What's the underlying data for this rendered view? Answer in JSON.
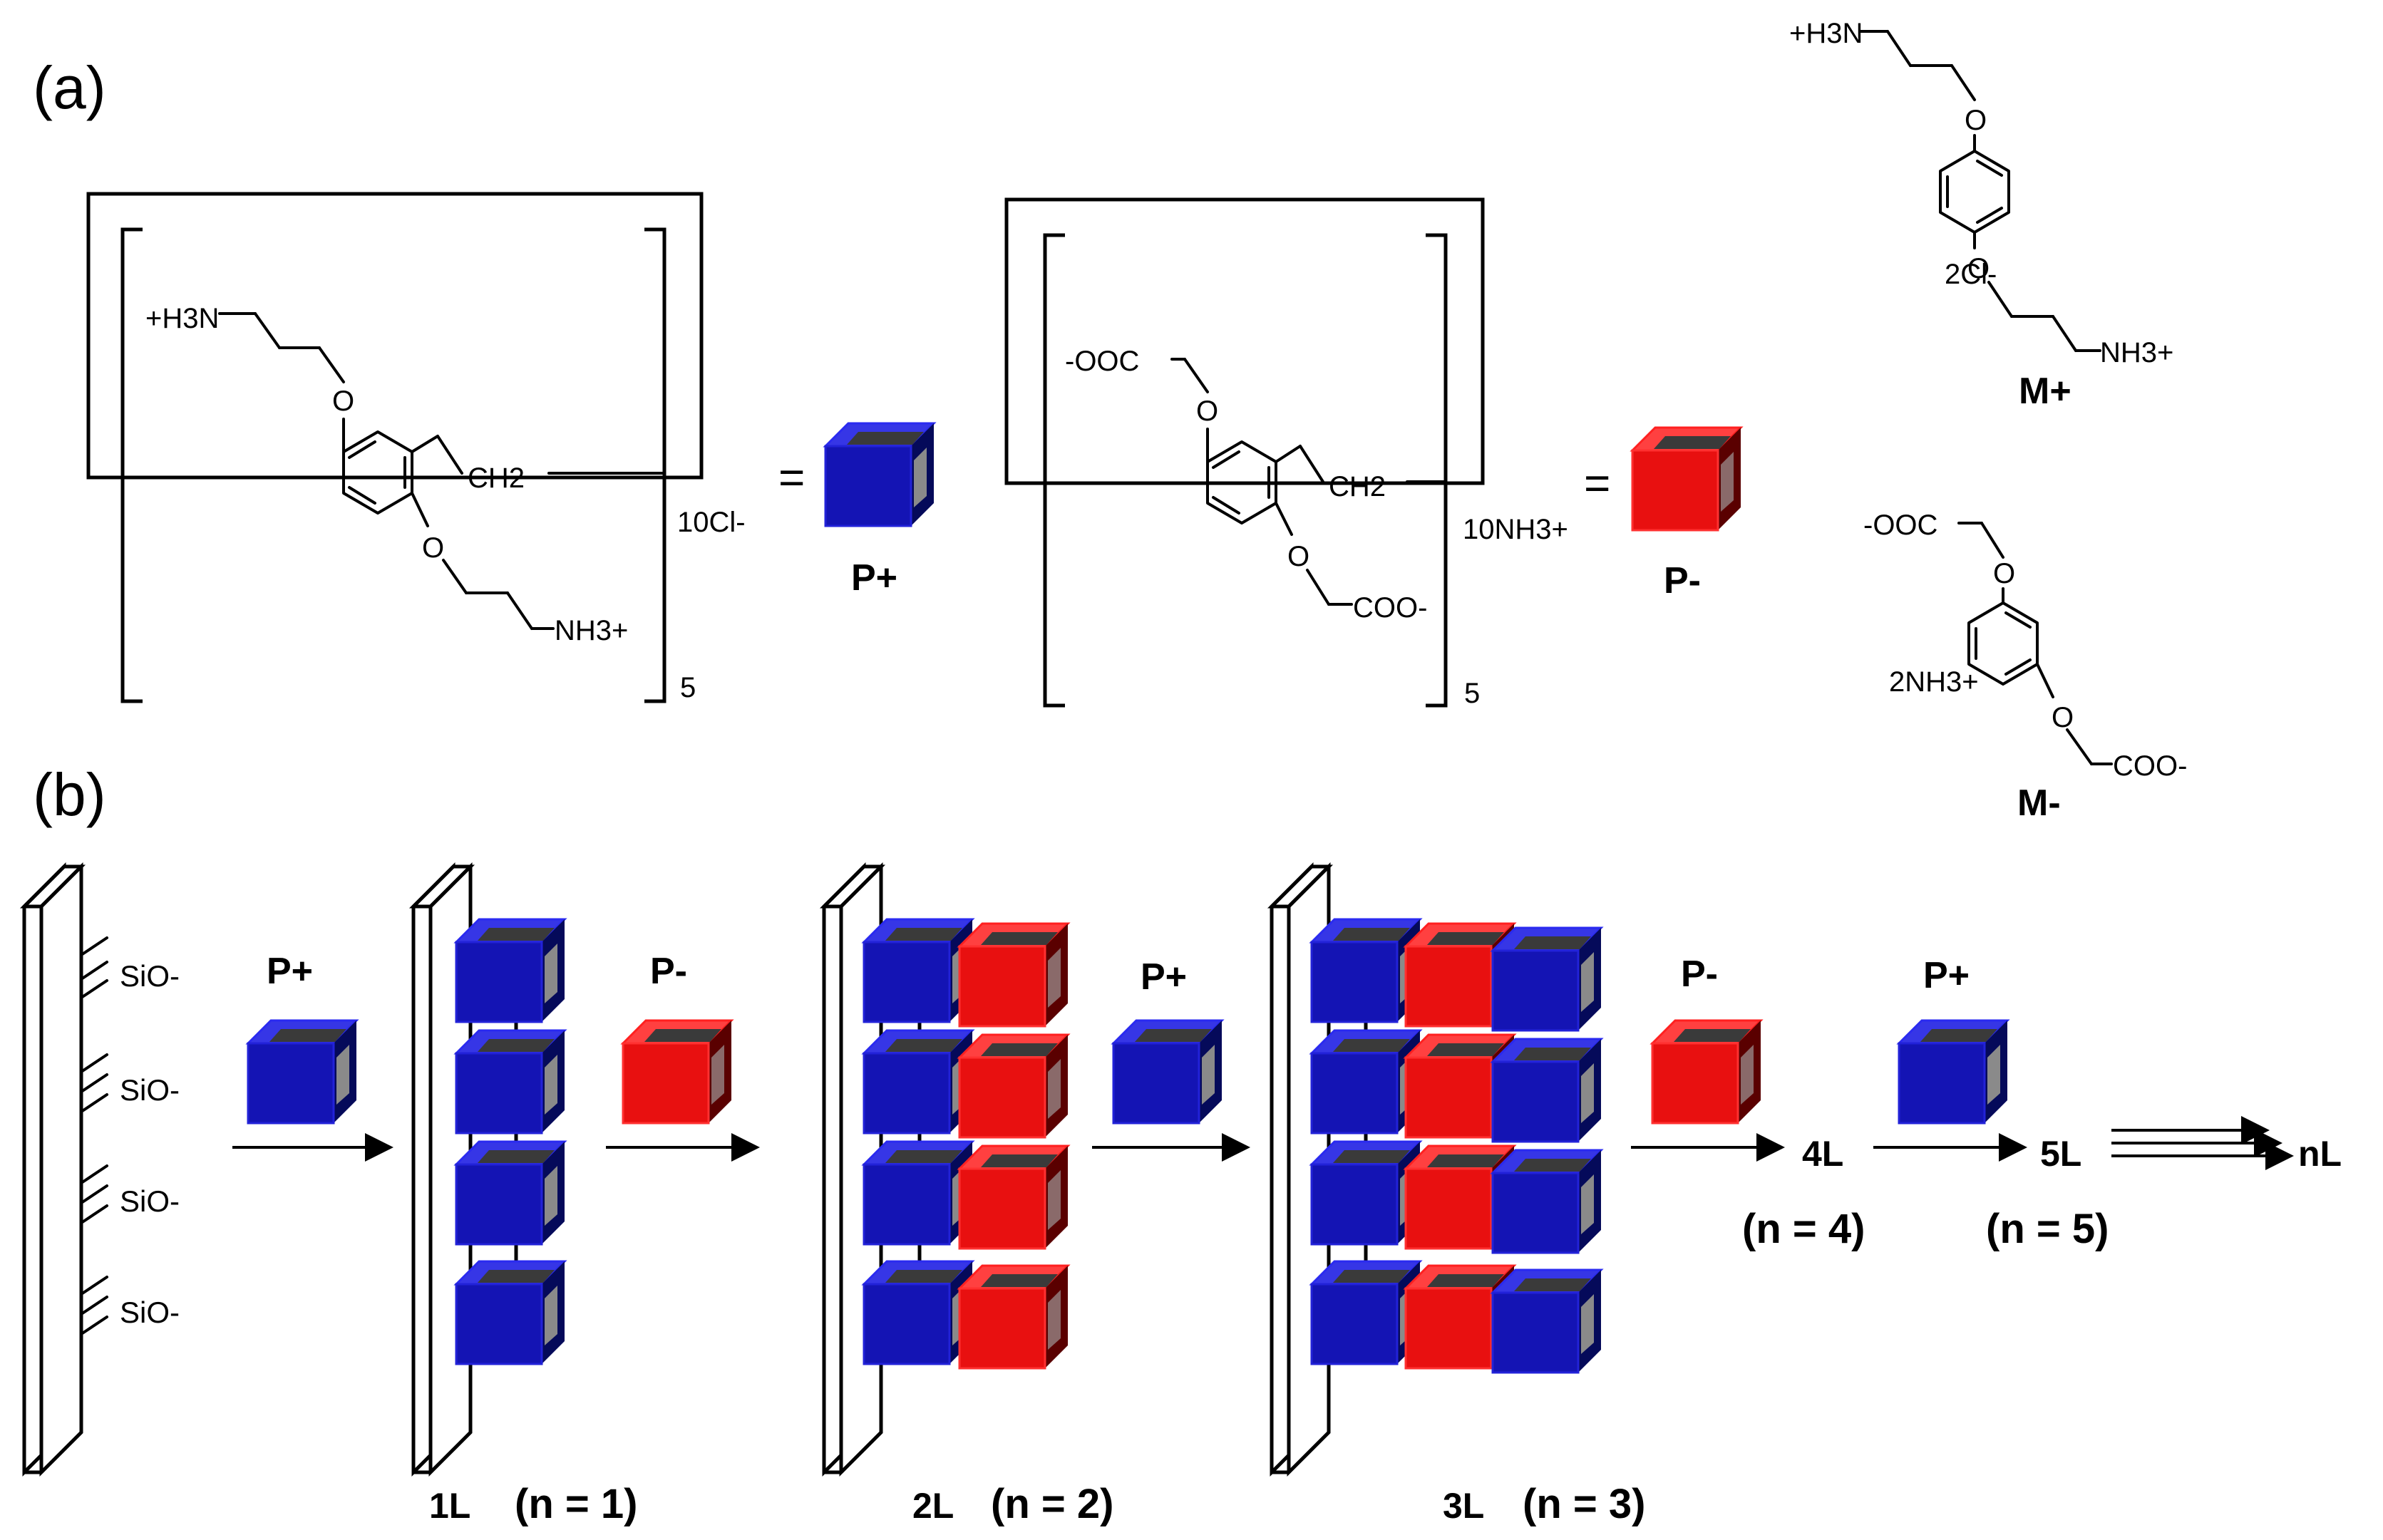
{
  "panel_a": {
    "label": "(a)",
    "p_plus": {
      "amine_top": "+H3N",
      "ether_top": "O",
      "ether_bottom": "O",
      "methylene": "CH2",
      "amine_bottom": "NH3+",
      "counterion": "10Cl-",
      "repeat": "5",
      "equals": "=",
      "name": "P+"
    },
    "p_minus": {
      "carboxylate_top": "-OOC",
      "ether_top": "O",
      "ether_bottom": "O",
      "methylene": "CH2",
      "carboxylate_bottom": "COO-",
      "counterion": "10NH3+",
      "repeat": "5",
      "equals": "=",
      "name": "P-"
    },
    "m_plus": {
      "amine_top": "+H3N",
      "ether_top": "O",
      "ether_bottom": "O",
      "counterion": "2Cl-",
      "amine_bottom": "NH3+",
      "name": "M+"
    },
    "m_minus": {
      "carboxylate_top": "-OOC",
      "ether_top": "O",
      "ether_bottom": "O",
      "counterion": "2NH3+",
      "carboxylate_bottom": "COO-",
      "name": "M-"
    }
  },
  "panel_b": {
    "label": "(b)",
    "surface_group": "SiO-",
    "step_labels": [
      "P+",
      "P-",
      "P+",
      "P-",
      "P+"
    ],
    "layer_names": [
      "1L",
      "2L",
      "3L",
      "4L",
      "5L",
      "nL"
    ],
    "layer_counts": [
      "(n = 1)",
      "(n = 2)",
      "(n = 3)",
      "(n = 4)",
      "(n = 5)"
    ]
  },
  "colors": {
    "p_plus_cube": "#1010c8",
    "p_minus_cube": "#e81010"
  }
}
